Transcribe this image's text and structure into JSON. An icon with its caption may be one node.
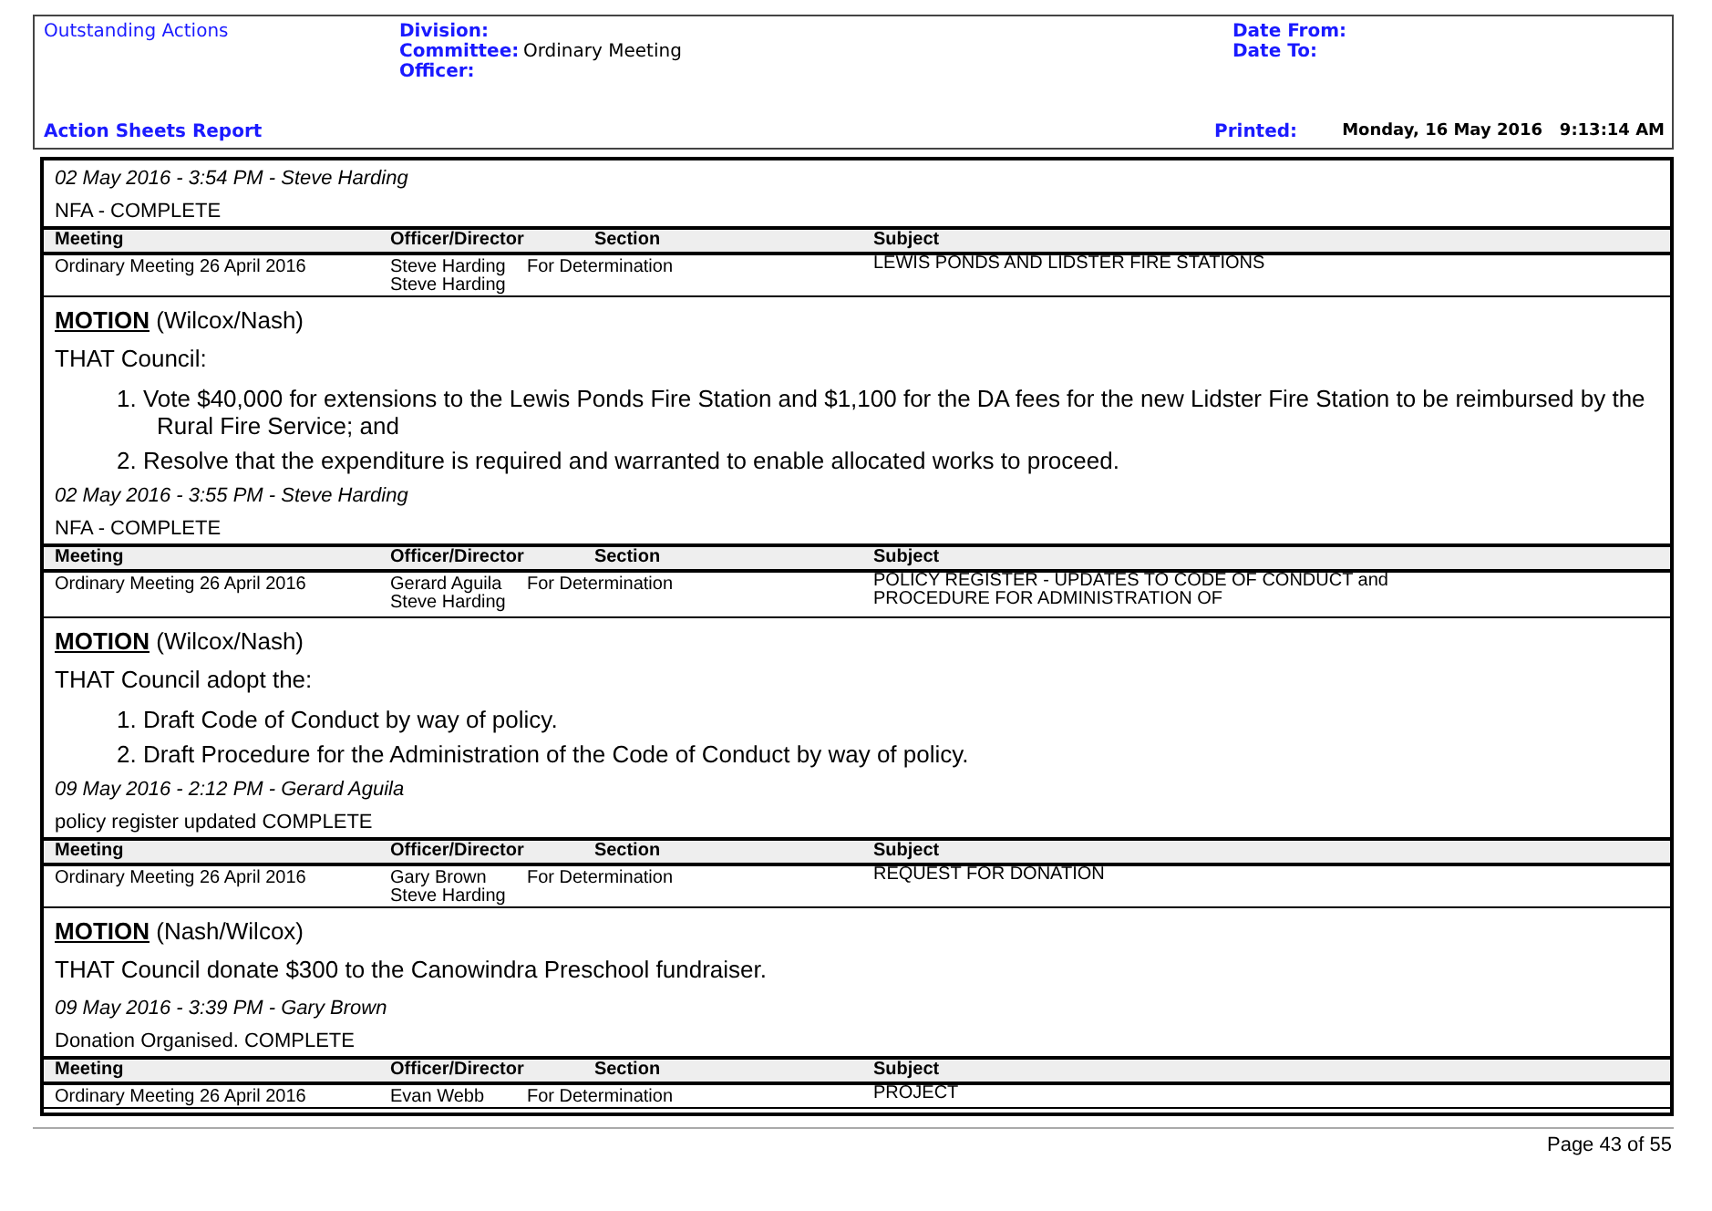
{
  "diagram": {
    "labels": [
      "Outstanding Actions",
      "Division:",
      "Committee:",
      "Ordinary Meeting",
      "Officer:",
      "Date From:",
      "Date To:",
      "Action Sheets Report",
      "Printed:",
      "Monday, 16 May 2016   9:13:14 AM",
      "02 May 2016 - 3:54 PM - Steve Harding",
      "NFA -  COMPLETE",
      "Meeting",
      "Officer/Director",
      "Section",
      "Subject",
      "Ordinary Meeting 26 April 2016",
      "Steve Harding",
      "Steve Harding",
      "For Determination",
      "LEWIS PONDS AND LIDSTER FIRE STATIONS",
      "**MOTION** (Wilcox/Nash)",
      "THAT Council:",
      "1.  Vote $40,000 for extensions to the Lewis Ponds Fire Station and $1,100 for the DA fees for the new Lidster Fire Station to be reimbursed by the Rural Fire Service; and",
      "2.  Resolve that the expenditure is required and warranted to enable allocated works to proceed.",
      "02 May 2016 - 3:55 PM - Steve Harding",
      "NFA - COMPLETE",
      "Meeting",
      "Officer/Director",
      "Section",
      "Subject",
      "Ordinary Meeting 26 April 2016",
      "Gerard Aguila",
      "Steve Harding",
      "For Determination",
      "POLICY REGISTER - UPDATES TO CODE OF CONDUCT and PROCEDURE FOR ADMINISTRATION OF",
      "**MOTION** (Wilcox/Nash)",
      "THAT Council adopt the:",
      "1.  Draft Code of Conduct by way of policy.",
      "2.  Draft Procedure for the Administration of the Code of Conduct by way of policy.",
      "09 May 2016 - 2:12 PM - Gerard Aguila",
      "policy register updated COMPLETE",
      "Meeting",
      "Officer/Director",
      "Section",
      "Subject",
      "Ordinary Meeting 26 April 2016",
      "Gary Brown",
      "Steve Harding",
      "For Determination",
      "REQUEST FOR DONATION",
      "**MOTION** (Nash/Wilcox)",
      "THAT Council donate $300 to the Canowindra Preschool fundraiser.",
      "09 May 2016 - 3:39 PM - Gary Brown",
      "Donation Organised. COMPLETE",
      "Meeting",
      "Officer/Director",
      "Section",
      "Subject",
      "Ordinary Meeting 26 April 2016",
      "Evan Webb",
      "For Determination",
      "PROJECT",
      "Page 43 of 55"
    ]
  }
}
